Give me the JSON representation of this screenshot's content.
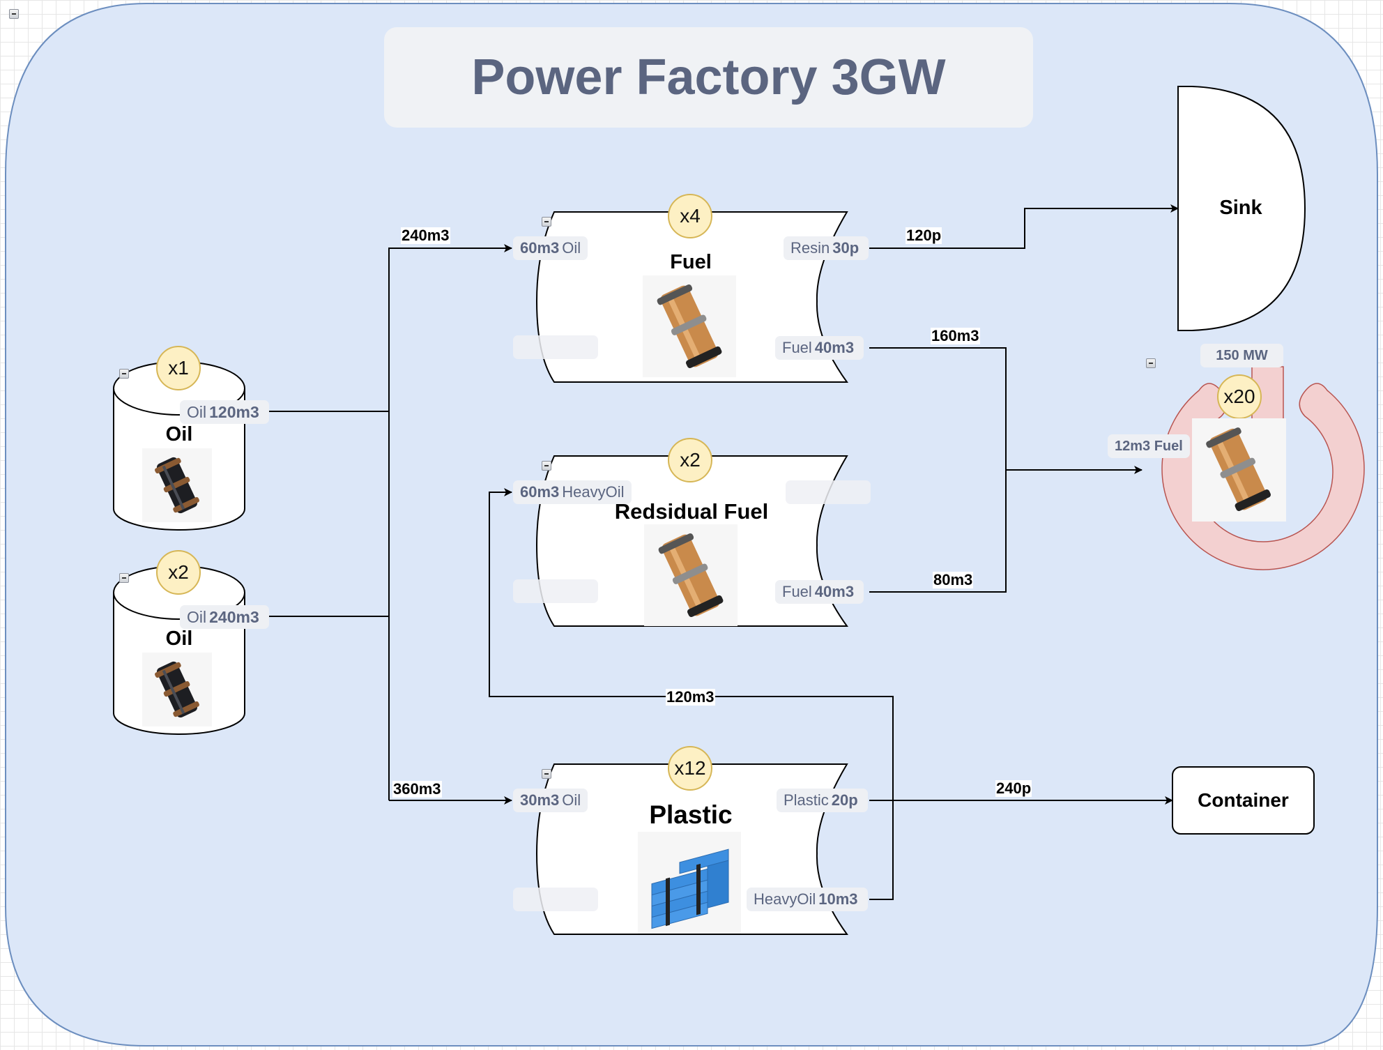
{
  "title": "Power Factory 3GW",
  "colors": {
    "frame_fill": "#dce7f8",
    "frame_stroke": "#6c8ebf",
    "title_text": "#5b6580",
    "badge_fill": "#fdf0c4",
    "badge_stroke": "#d6b656",
    "port_fill": "#eef0f4",
    "port_text": "#5b6580",
    "generator_fill": "#f3d0d0",
    "generator_stroke": "#b85450",
    "plastic_blue": "#3d8fe0"
  },
  "extractors": [
    {
      "name": "Oil",
      "multiplier": "x1",
      "output": {
        "item": "Oil",
        "amount": "120m3"
      },
      "icon": "oil-barrel-icon"
    },
    {
      "name": "Oil",
      "multiplier": "x2",
      "output": {
        "item": "Oil",
        "amount": "240m3"
      },
      "icon": "oil-barrel-icon"
    }
  ],
  "refineries": [
    {
      "name": "Fuel",
      "multiplier": "x4",
      "inputs": [
        {
          "amount": "60m3",
          "item": "Oil"
        }
      ],
      "outputs": [
        {
          "item": "Resin",
          "amount": "30p"
        },
        {
          "item": "Fuel",
          "amount": "40m3"
        }
      ],
      "icon": "fuel-canister-icon"
    },
    {
      "name": "Redsidual Fuel",
      "multiplier": "x2",
      "inputs": [
        {
          "amount": "60m3",
          "item": "HeavyOil"
        }
      ],
      "outputs": [
        {
          "item": "Fuel",
          "amount": "40m3"
        }
      ],
      "icon": "fuel-canister-icon"
    },
    {
      "name": "Plastic",
      "multiplier": "x12",
      "inputs": [
        {
          "amount": "30m3",
          "item": "Oil"
        }
      ],
      "outputs": [
        {
          "item": "Plastic",
          "amount": "20p"
        },
        {
          "item": "HeavyOil",
          "amount": "10m3"
        }
      ],
      "icon": "plastic-stack-icon"
    }
  ],
  "generator": {
    "multiplier": "x20",
    "power": "150 MW",
    "input": {
      "amount": "12m3",
      "item": "Fuel"
    },
    "icon": "fuel-canister-icon"
  },
  "sink": {
    "label": "Sink"
  },
  "container": {
    "label": "Container"
  },
  "edges": [
    {
      "from": "extractors",
      "to": "Fuel",
      "label": "240m3"
    },
    {
      "from": "extractors",
      "to": "Plastic",
      "label": "360m3"
    },
    {
      "from": "Fuel",
      "to": "Sink",
      "label": "120p"
    },
    {
      "from": "Fuel",
      "to": "Generator",
      "label": "160m3"
    },
    {
      "from": "Redsidual Fuel",
      "to": "Generator",
      "label": "80m3"
    },
    {
      "from": "Plastic",
      "to": "Redsidual Fuel",
      "label": "120m3"
    },
    {
      "from": "Plastic",
      "to": "Container",
      "label": "240p"
    }
  ]
}
